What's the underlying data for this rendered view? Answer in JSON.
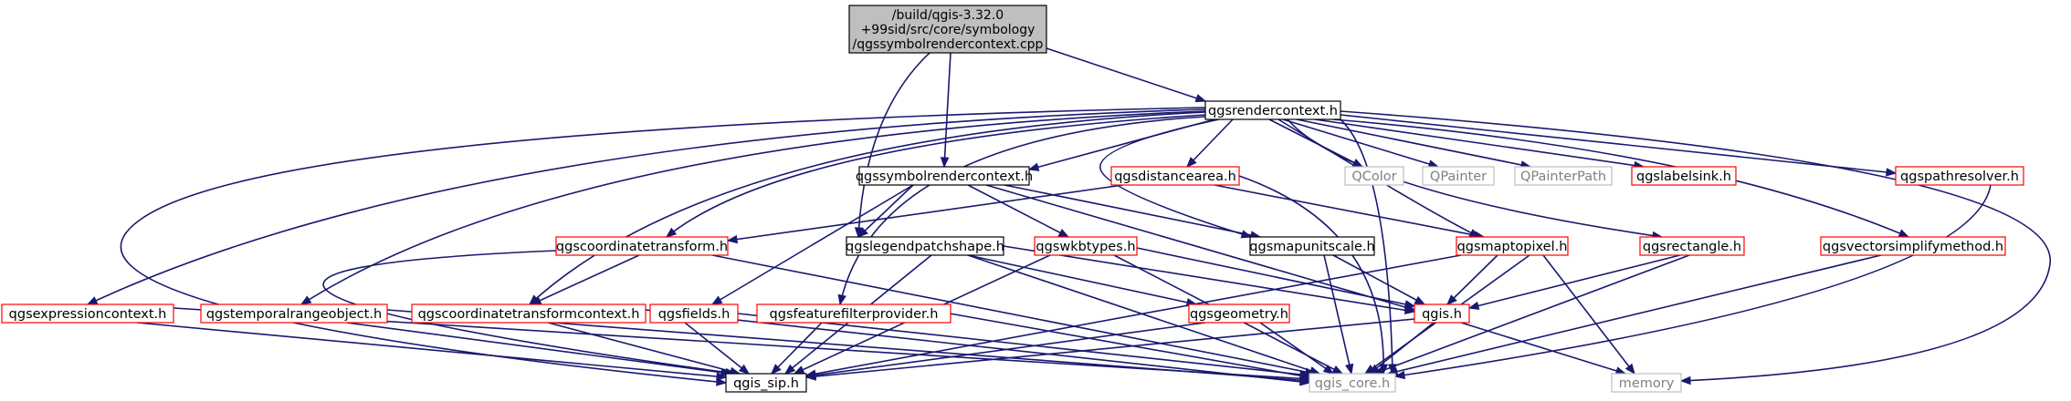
{
  "colors": {
    "edge": "#191970",
    "source_fill": "#bfbfbf",
    "source_border": "#000000",
    "documented_border": "#000000",
    "undocumented_border": "#ff0000",
    "external_border": "#bfbfbf",
    "external_text": "#808080",
    "text": "#000000"
  },
  "nodes": {
    "source": {
      "lines": [
        "/build/qgis-3.32.0",
        "+99sid/src/core/symbology",
        "/qgssymbolrendercontext.cpp"
      ],
      "kind": "source"
    },
    "qgsrendercontext": {
      "lines": [
        "qgsrendercontext.h"
      ],
      "kind": "documented"
    },
    "qgssymbolrendercontext": {
      "lines": [
        "qgssymbolrendercontext.h"
      ],
      "kind": "documented"
    },
    "qgsdistancearea": {
      "lines": [
        "qgsdistancearea.h"
      ],
      "kind": "undocumented"
    },
    "qcolor": {
      "lines": [
        "QColor"
      ],
      "kind": "external"
    },
    "qpainter": {
      "lines": [
        "QPainter"
      ],
      "kind": "external"
    },
    "qpainterpath": {
      "lines": [
        "QPainterPath"
      ],
      "kind": "external"
    },
    "qgslabelsink": {
      "lines": [
        "qgslabelsink.h"
      ],
      "kind": "undocumented"
    },
    "qgspathresolver": {
      "lines": [
        "qgspathresolver.h"
      ],
      "kind": "undocumented"
    },
    "qgscoordinatetransform": {
      "lines": [
        "qgscoordinatetransform.h"
      ],
      "kind": "undocumented"
    },
    "qgslegendpatchshape": {
      "lines": [
        "qgslegendpatchshape.h"
      ],
      "kind": "documented"
    },
    "qgswkbtypes": {
      "lines": [
        "qgswkbtypes.h"
      ],
      "kind": "undocumented"
    },
    "qgsmapunitscale": {
      "lines": [
        "qgsmapunitscale.h"
      ],
      "kind": "documented"
    },
    "qgsmaptopixel": {
      "lines": [
        "qgsmaptopixel.h"
      ],
      "kind": "undocumented"
    },
    "qgsrectangle": {
      "lines": [
        "qgsrectangle.h"
      ],
      "kind": "undocumented"
    },
    "qgsvectorsimplifymethod": {
      "lines": [
        "qgsvectorsimplifymethod.h"
      ],
      "kind": "undocumented"
    },
    "qgsexpressioncontext": {
      "lines": [
        "qgsexpressioncontext.h"
      ],
      "kind": "undocumented"
    },
    "qgstemporalrangeobject": {
      "lines": [
        "qgstemporalrangeobject.h"
      ],
      "kind": "undocumented"
    },
    "qgscoordinatetransformcontext": {
      "lines": [
        "qgscoordinatetransformcontext.h"
      ],
      "kind": "undocumented"
    },
    "qgsfields": {
      "lines": [
        "qgsfields.h"
      ],
      "kind": "undocumented"
    },
    "qgsfeaturefilterprovider": {
      "lines": [
        "qgsfeaturefilterprovider.h"
      ],
      "kind": "undocumented"
    },
    "qgsgeometry": {
      "lines": [
        "qgsgeometry.h"
      ],
      "kind": "undocumented"
    },
    "qgis": {
      "lines": [
        "qgis.h"
      ],
      "kind": "undocumented"
    },
    "qgis_sip": {
      "lines": [
        "qgis_sip.h"
      ],
      "kind": "documented"
    },
    "qgis_core": {
      "lines": [
        "qgis_core.h"
      ],
      "kind": "external"
    },
    "memory": {
      "lines": [
        "memory"
      ],
      "kind": "external"
    }
  }
}
